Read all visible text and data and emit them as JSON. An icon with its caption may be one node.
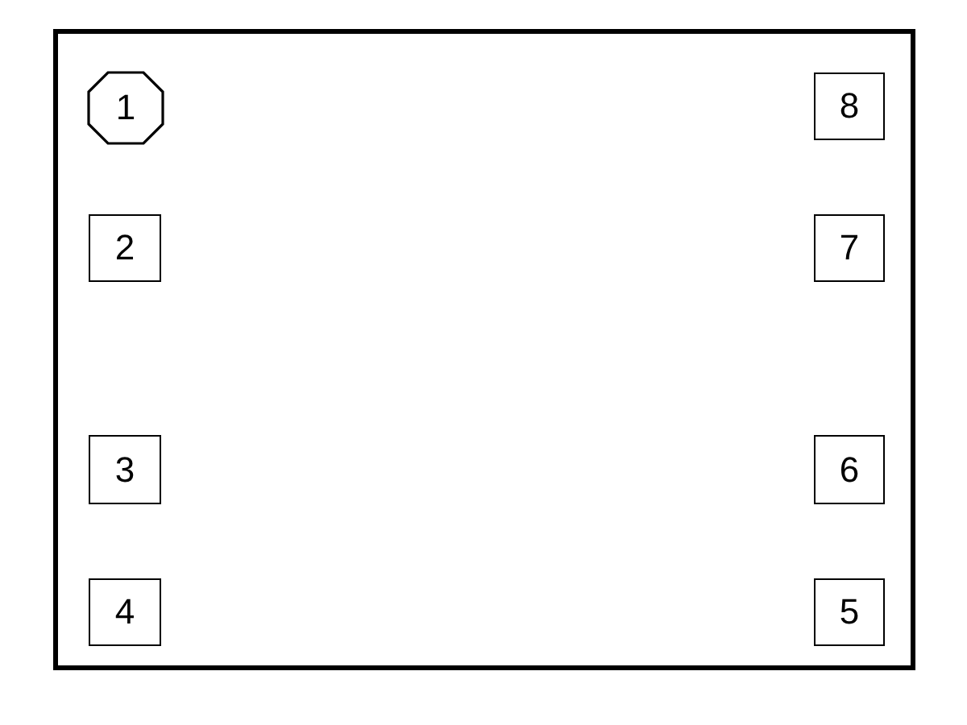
{
  "diagram": {
    "nodes": [
      {
        "text": [],
        "shape": "box"
      },
      {
        "text": [
          "1"
        ],
        "in": 0
      },
      {
        "text": [
          "8"
        ],
        "in": 0
      },
      {
        "text": [
          "2"
        ],
        "in": 0
      },
      {
        "text": [
          "7"
        ],
        "in": 0
      },
      {
        "text": [
          "3"
        ],
        "in": 0
      },
      {
        "text": [
          "6"
        ],
        "in": 0
      },
      {
        "text": [
          "4"
        ],
        "in": 0
      },
      {
        "text": [
          "5"
        ],
        "in": 0
      }
    ]
  }
}
